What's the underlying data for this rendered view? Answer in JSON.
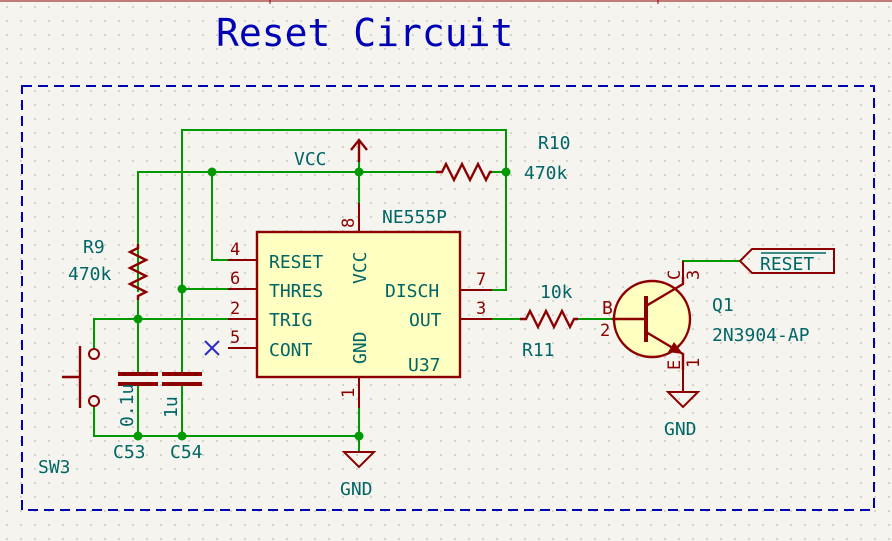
{
  "title": "Reset Circuit",
  "power": {
    "vcc": "VCC",
    "gnd": "GND"
  },
  "ic": {
    "part": "NE555P",
    "ref": "U37",
    "pins": {
      "reset": {
        "name": "RESET",
        "num": "4"
      },
      "thres": {
        "name": "THRES",
        "num": "6"
      },
      "trig": {
        "name": "TRIG",
        "num": "2"
      },
      "cont": {
        "name": "CONT",
        "num": "5"
      },
      "vcc": {
        "name": "VCC",
        "num": "8"
      },
      "gnd": {
        "name": "GND",
        "num": "1"
      },
      "disch": {
        "name": "DISCH",
        "num": "7"
      },
      "out": {
        "name": "OUT",
        "num": "3"
      }
    }
  },
  "r9": {
    "ref": "R9",
    "value": "470k"
  },
  "r10": {
    "ref": "R10",
    "value": "470k"
  },
  "r11": {
    "ref": "R11",
    "value": "10k"
  },
  "c53": {
    "ref": "C53",
    "value": "0.1u"
  },
  "c54": {
    "ref": "C54",
    "value": "1u"
  },
  "sw3": {
    "ref": "SW3"
  },
  "q1": {
    "ref": "Q1",
    "part": "2N3904-AP",
    "pins": {
      "b": "B",
      "c": "C",
      "e": "E",
      "b_num": "2",
      "c_num": "3",
      "e_num": "1"
    }
  },
  "net_label": "RESET",
  "colors": {
    "wire": "#009a00",
    "component": "#8c0000",
    "text": "#006666",
    "title": "#0000b4",
    "ic_fill": "#ffffc2"
  }
}
